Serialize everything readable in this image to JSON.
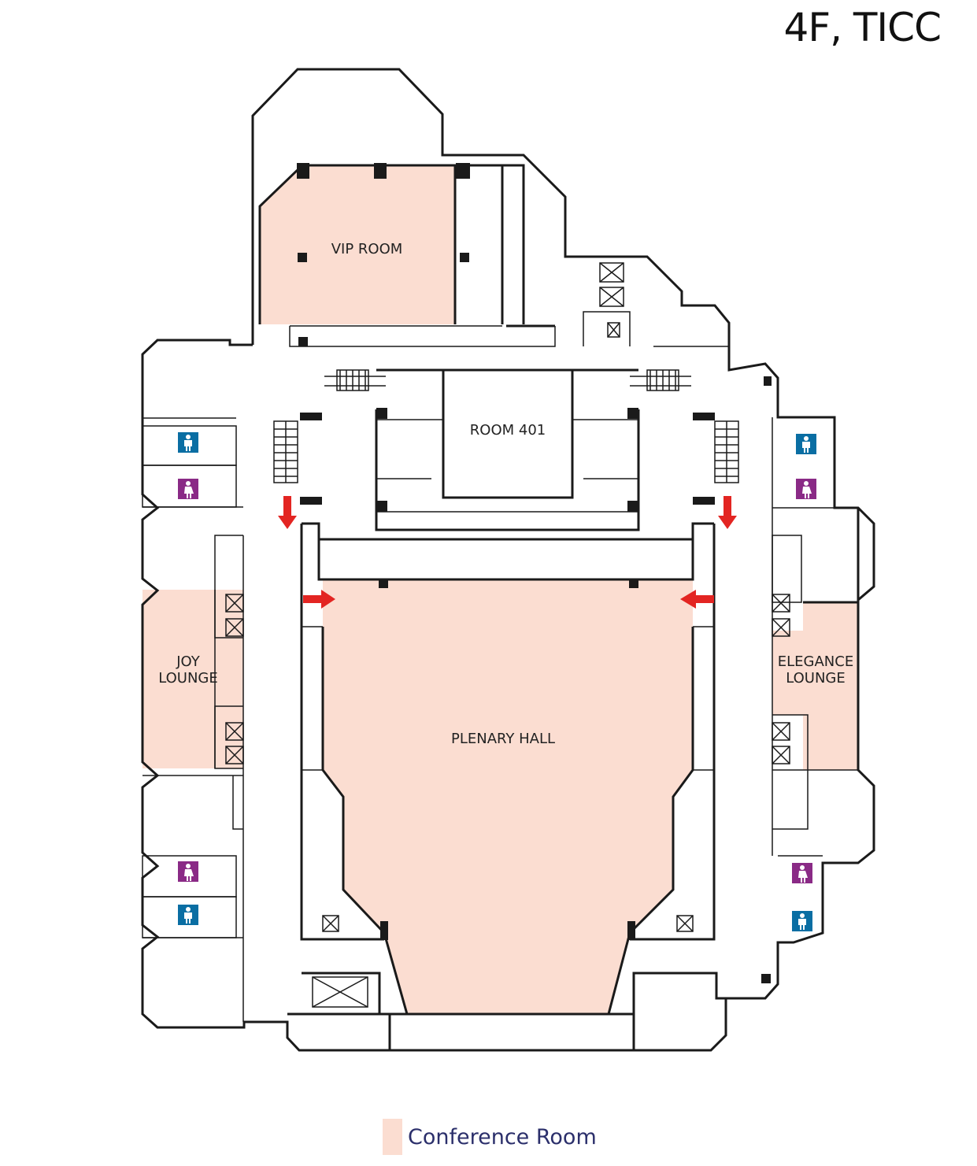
{
  "title": "4F, TICC",
  "rooms": {
    "vip_room": "VIP ROOM",
    "room_401": "ROOM 401",
    "plenary_hall": "PLENARY HALL",
    "joy_lounge_line1": "JOY",
    "joy_lounge_line2": "LOUNGE",
    "elegance_lounge_line1": "ELEGANCE",
    "elegance_lounge_line2": "LOUNGE"
  },
  "legend": {
    "conference_room_label": "Conference Room",
    "conference_room_color": "#fbddd1"
  },
  "colors": {
    "conference_room": "#fbddd1",
    "entrance_arrow": "#e32522",
    "mens_restroom": "#0a6ea3",
    "womens_restroom": "#8a2a86",
    "walls": "#1a1a1a"
  },
  "icons": {
    "men": "mens-restroom-icon",
    "women": "womens-restroom-icon",
    "elevator": "elevator-icon",
    "escalator": "escalator-icon",
    "arrow": "entrance-arrow-icon"
  }
}
